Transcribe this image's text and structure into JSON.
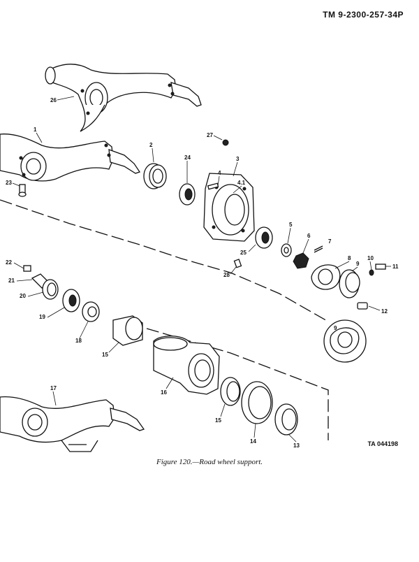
{
  "header": {
    "doc_number": "TM 9-2300-257-34P"
  },
  "figure": {
    "caption": "Figure 120.—Road wheel support.",
    "art_id": "TA 044198"
  },
  "callouts": {
    "c1": "1",
    "c2": "2",
    "c3": "3",
    "c4": "4",
    "c4_1": "4.1",
    "c5": "5",
    "c6": "6",
    "c7": "7",
    "c8": "8",
    "c9": "9",
    "c10": "10",
    "c11": "11",
    "c12": "12",
    "c13": "13",
    "c14": "14",
    "c15a": "15",
    "c15b": "15",
    "c16": "16",
    "c17": "17",
    "c18": "18",
    "c19": "19",
    "c20": "20",
    "c21": "21",
    "c22": "22",
    "c23": "23",
    "c24": "24",
    "c25": "25",
    "c26": "26",
    "c27": "27",
    "c28": "28",
    "c9b": "9"
  }
}
